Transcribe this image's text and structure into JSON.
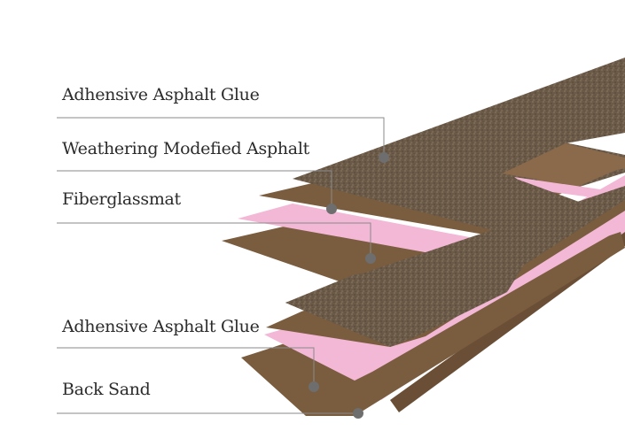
{
  "labels": [
    "Adhensive Asphalt Glue",
    "Weathering Modefied Asphalt",
    "Fiberglassmat",
    "Adhensive Asphalt Glue",
    "Back Sand"
  ],
  "colors": {
    "granule": "#6b5a48",
    "asphalt_brown": "#7a5c3f",
    "fiberglass_pink": "#f3b8d6",
    "leader_line": "#8a8a8a",
    "marker_dot": "#6e6e6e"
  }
}
